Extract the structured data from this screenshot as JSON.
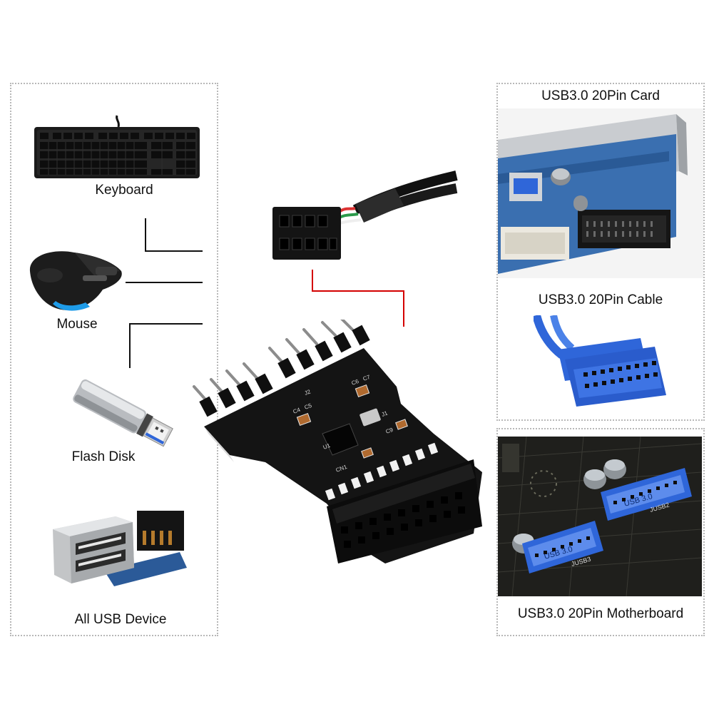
{
  "left_panel": {
    "keyboard_label": "Keyboard",
    "mouse_label": "Mouse",
    "flash_disk_label": "Flash Disk",
    "all_usb_label": "All USB Device"
  },
  "right_panel": {
    "card_label": "USB3.0 20Pin Card",
    "cable_label": "USB3.0 20Pin Cable",
    "motherboard_label": "USB3.0 20Pin Motherboard",
    "motherboard_silk_usb3": "USB 3.0",
    "motherboard_silk_jusb2": "JUSB2",
    "motherboard_silk_jusb3": "JUSB3"
  },
  "adapter": {
    "silk_cn1": "CN1",
    "silk_c4": "C4",
    "silk_c5": "C5",
    "silk_c6": "C6",
    "silk_c7": "C7",
    "silk_u1": "U1",
    "silk_j1": "J1",
    "silk_j2": "J2",
    "silk_c9": "C9"
  },
  "colors": {
    "frame_border": "#b8b8b8",
    "connector_line": "#111111",
    "highlight_line": "#d40000",
    "pcb_black": "#141414",
    "usb3_blue": "#2f66d9"
  }
}
